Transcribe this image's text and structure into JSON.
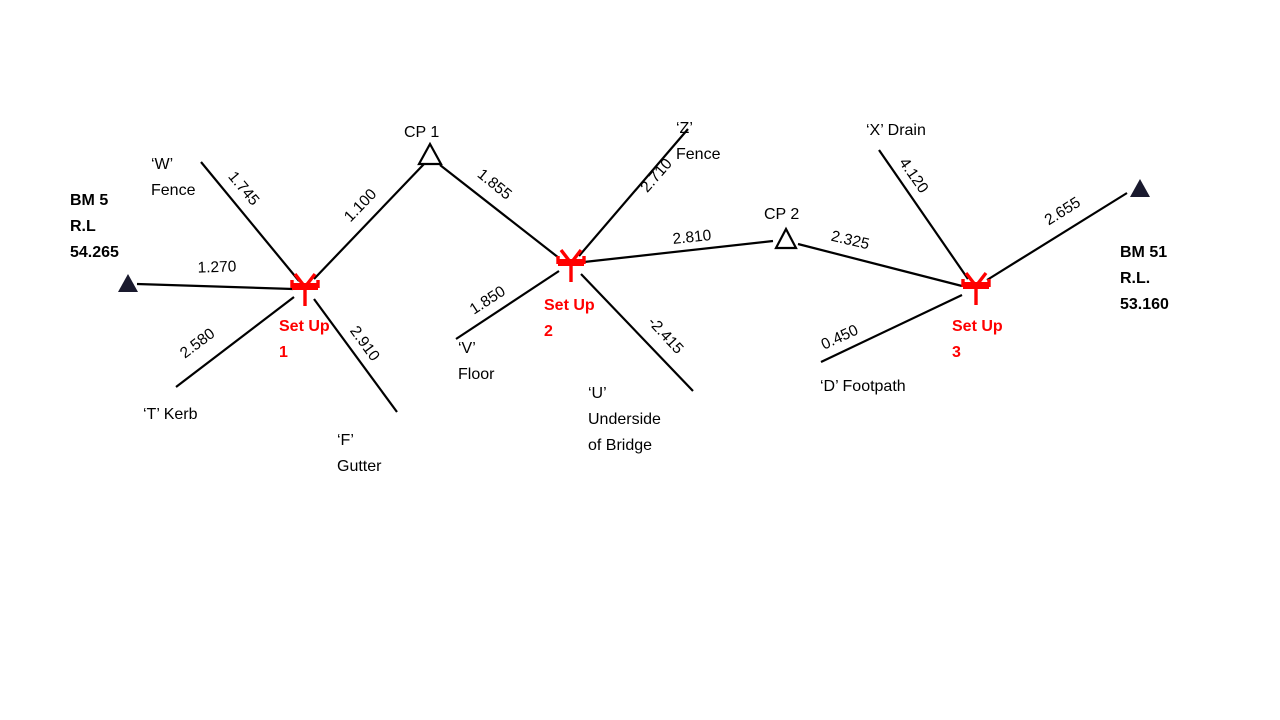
{
  "benchmarks": {
    "bm5": {
      "label": "BM 5\nR.L\n54.265"
    },
    "bm51": {
      "label": "BM 51\nR.L.\n53.160"
    }
  },
  "change_points": {
    "cp1": {
      "label": "CP 1"
    },
    "cp2": {
      "label": "CP 2"
    }
  },
  "setups": {
    "setup1": {
      "label": "Set Up\n1"
    },
    "setup2": {
      "label": "Set Up\n2"
    },
    "setup3": {
      "label": "Set Up\n3"
    }
  },
  "stations": {
    "w_fence": {
      "label": "‘W’\nFence"
    },
    "t_kerb": {
      "label": "‘T’  Kerb"
    },
    "f_gutter": {
      "label": "‘F’\nGutter"
    },
    "v_floor": {
      "label": "‘V’\nFloor"
    },
    "u_bridge": {
      "label": "‘U’\nUnderside\nof Bridge"
    },
    "z_fence": {
      "label": "‘Z’\nFence"
    },
    "x_drain": {
      "label": "‘X’ Drain"
    },
    "d_footpath": {
      "label": "‘D’ Footpath"
    }
  },
  "readings": {
    "bm5_to_setup1": "1.270",
    "setup1_w_fence": "1.745",
    "setup1_to_cp1": "1.100",
    "setup1_t_kerb": "2.580",
    "setup1_f_gutter": "2.910",
    "cp1_to_setup2": "1.855",
    "setup2_z_fence": "2.710",
    "setup2_v_floor": "1.850",
    "setup2_u_bridge": "-2.415",
    "setup2_to_cp2": "2.810",
    "cp2_to_setup3": "2.325",
    "setup3_x_drain": "4.120",
    "setup3_d_footpath": "0.450",
    "setup3_to_bm51": "2.655"
  },
  "colors": {
    "line": "#000000",
    "instrument_red": "#ff0000",
    "benchmark_fill": "#1a1a2e"
  }
}
